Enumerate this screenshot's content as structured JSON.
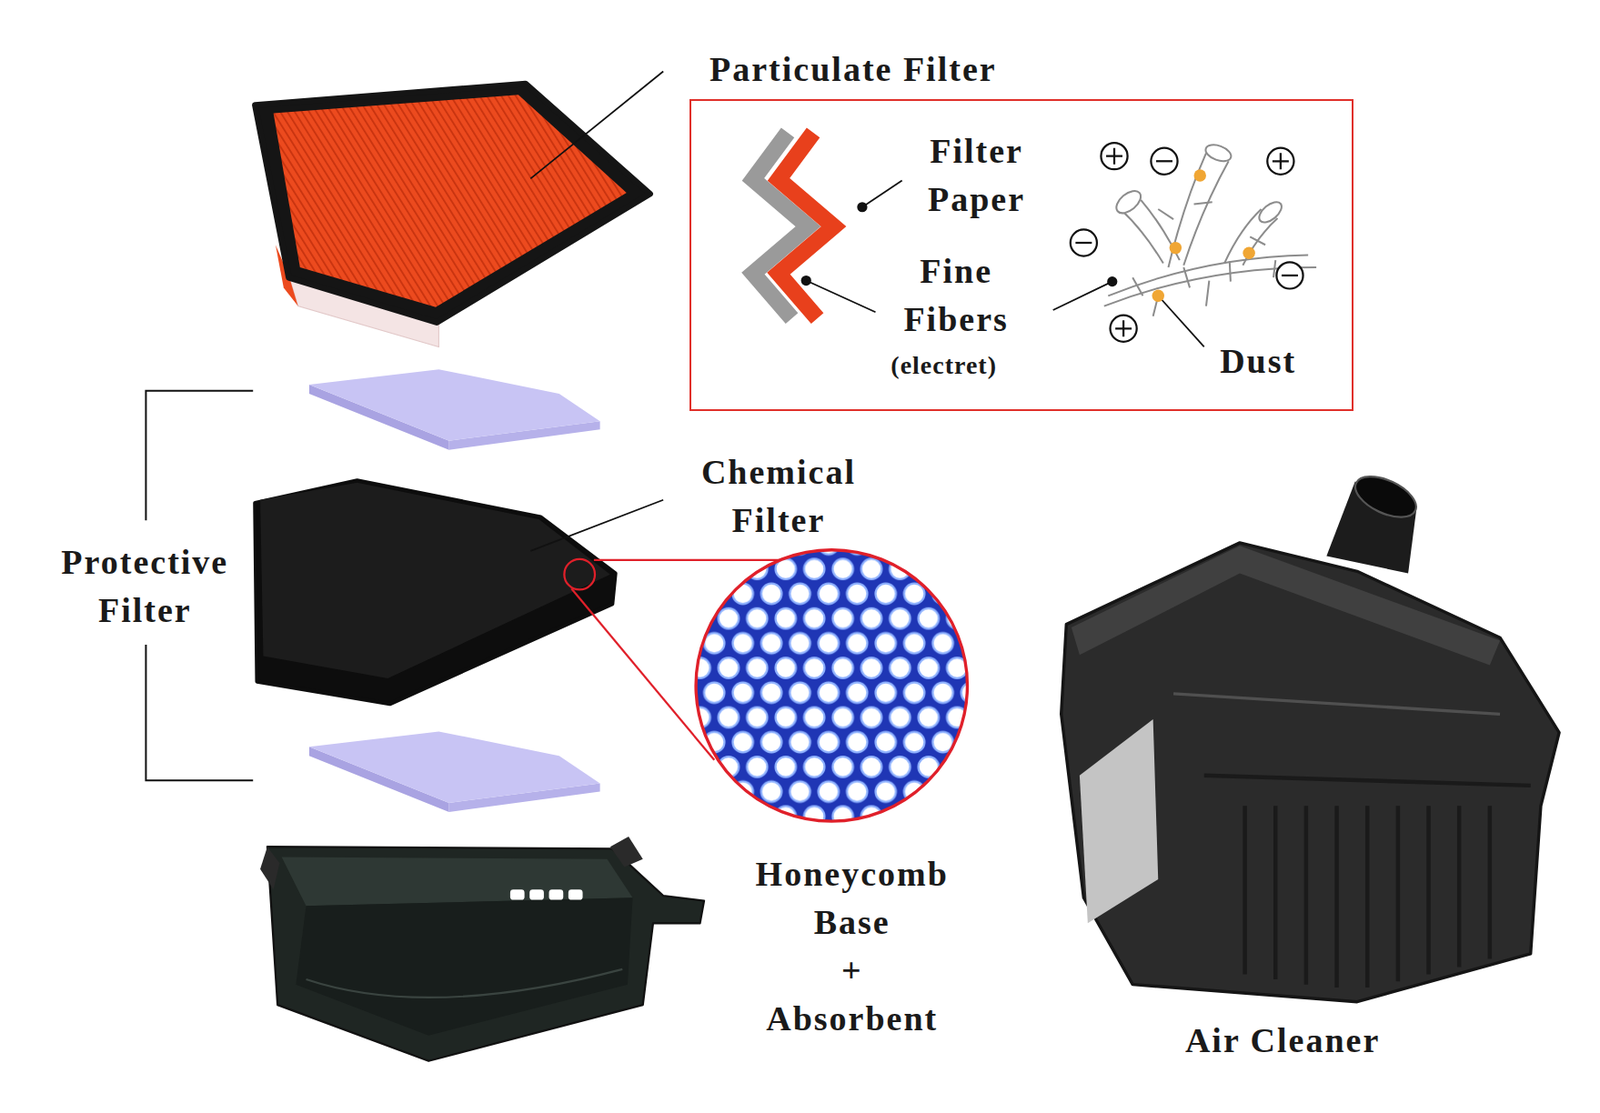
{
  "diagram": {
    "nodes": [
      {
        "text": [
          "Filter Paper",
          "Fine Fibers",
          "(electret)",
          "Dust"
        ]
      }
    ],
    "labels": [
      "Particulate Filter",
      "Chemical Filter",
      "Protective Filter",
      "Honeycomb Base + Absorbent",
      "Air Cleaner"
    ]
  }
}
